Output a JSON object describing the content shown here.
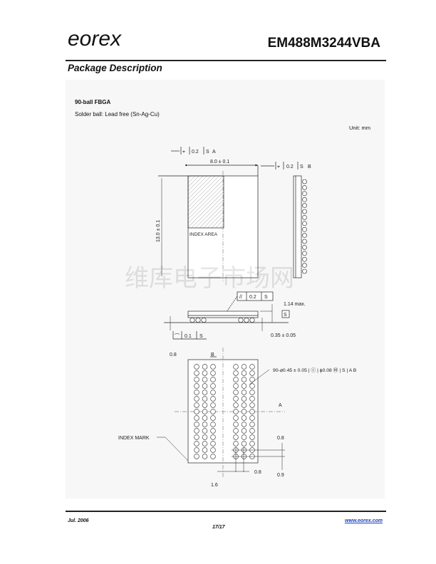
{
  "header": {
    "logo": "eorex",
    "part_number": "EM488M3244VBA"
  },
  "section_title": "Package Description",
  "package": {
    "name": "90-ball FBGA",
    "solder_ball": "Solder ball:  Lead free (Sn-Ag-Cu)",
    "unit": "Unit: mm"
  },
  "drawing": {
    "top_fcf_a": {
      "symbol": "⌖",
      "value": "0.2",
      "mod": "S",
      "datum": "A"
    },
    "top_fcf_b": {
      "symbol": "⌖",
      "value": "0.2",
      "mod": "S",
      "datum": "B"
    },
    "width_dim": "8.0 ± 0.1",
    "height_dim": "13.0 ± 0.1",
    "index_area": "INDEX AREA",
    "parallel_fcf": {
      "symbol": "//",
      "value": "0.2",
      "datum": "S"
    },
    "height_max": "1.14 max.",
    "datum_s": "S",
    "ball_height": "0.35 ± 0.05",
    "flatness_fcf": {
      "symbol": "⌒",
      "value": "0.1",
      "datum": "S"
    },
    "pitch_left": "0.8",
    "datum_b": "B",
    "ball_callout": "90-⌀0.45 ± 0.05 | ⓒ | ϕ0.08 Ⓜ | S | A  B",
    "datum_a": "A",
    "index_mark": "INDEX MARK",
    "pitch_right": "0.8",
    "edge_bottom": "0.9",
    "pitch_bottom": "0.8",
    "offset_center": "1.6",
    "ball_rows": 15,
    "ball_cols_per_side": 3
  },
  "watermark": "维库电子市场网",
  "footer": {
    "date": "Jul. 2006",
    "page": "17/17",
    "url": "www.eorex.com"
  }
}
